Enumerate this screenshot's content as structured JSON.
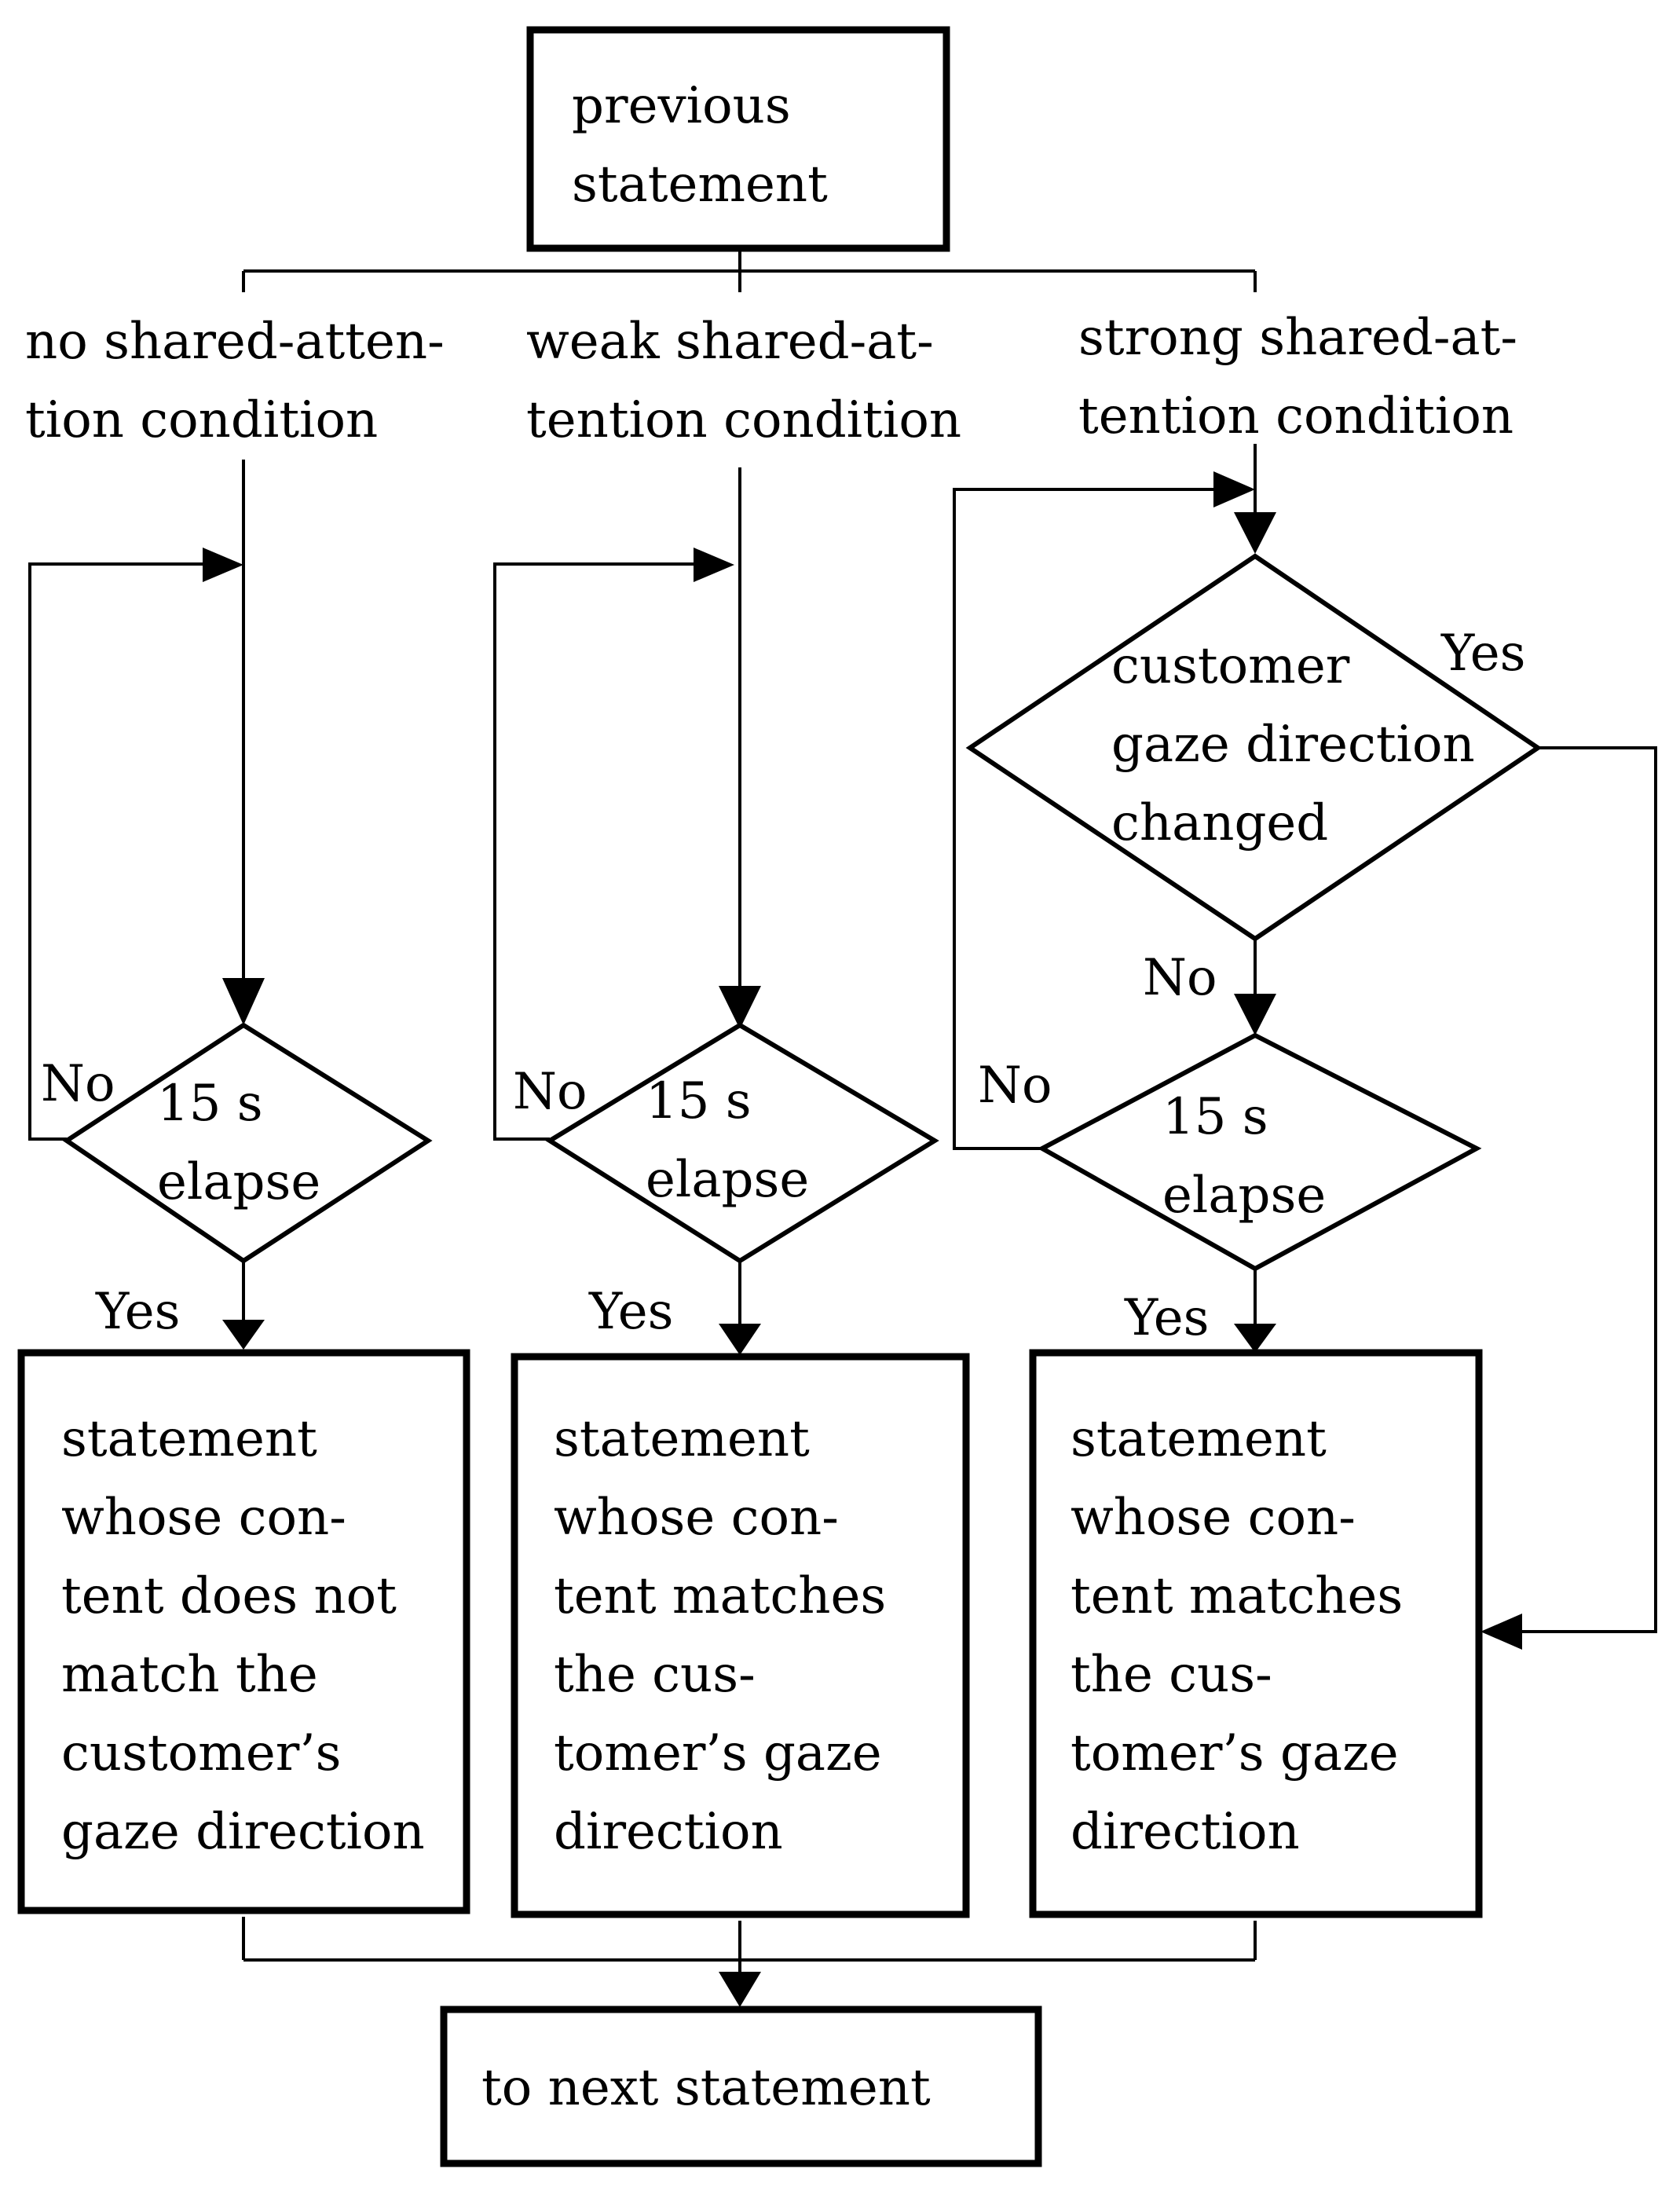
{
  "nodes": {
    "start": "previous\nstatement",
    "cond_none": "no shared-atten-\ntion condition",
    "cond_weak": "weak shared-at-\ntention condition",
    "cond_strong": "strong shared-at-\ntention condition",
    "gaze_check": "customer\ngaze direction\nchanged",
    "elapse_none": "15 s\nelapse",
    "elapse_weak": "15 s\nelapse",
    "elapse_strong": "15 s\nelapse",
    "stmt_none": "statement\nwhose con-\ntent does not\nmatch the\ncustomer’s\ngaze direction",
    "stmt_weak": "statement\nwhose con-\ntent matches\nthe cus-\ntomer’s gaze\ndirection",
    "stmt_strong": "statement\nwhose con-\ntent matches\nthe cus-\ntomer’s gaze\ndirection",
    "end": "to next statement"
  },
  "edge_labels": {
    "no_none": "No",
    "yes_none": "Yes",
    "no_weak": "No",
    "yes_weak": "Yes",
    "yes_gaze": "Yes",
    "no_gaze": "No",
    "no_strong": "No",
    "yes_strong": "Yes"
  }
}
